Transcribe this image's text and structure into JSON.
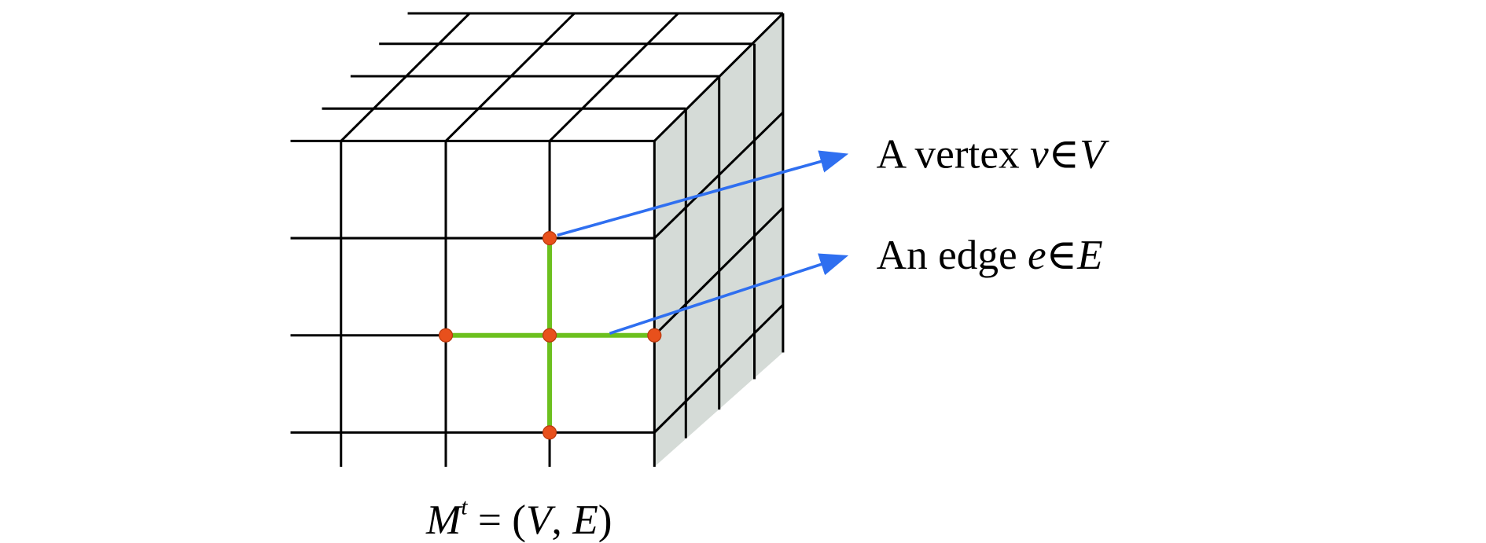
{
  "labels": {
    "vertex_prefix": "A vertex ",
    "vertex_var": "v",
    "vertex_in": "∈",
    "vertex_set": "V",
    "edge_prefix": "An edge ",
    "edge_var": "e",
    "edge_in": "∈",
    "edge_set": "E",
    "mesh_symbol": "M",
    "mesh_superscript": "t",
    "mesh_eq": " = (",
    "mesh_v": "V",
    "mesh_comma": ", ",
    "mesh_e": "E",
    "mesh_close": ")"
  },
  "colors": {
    "grid": "#000000",
    "side_face": "#d5dbd7",
    "edge": "#6cc01e",
    "vertex": "#e8501c",
    "arrow": "#2f6ff0"
  }
}
